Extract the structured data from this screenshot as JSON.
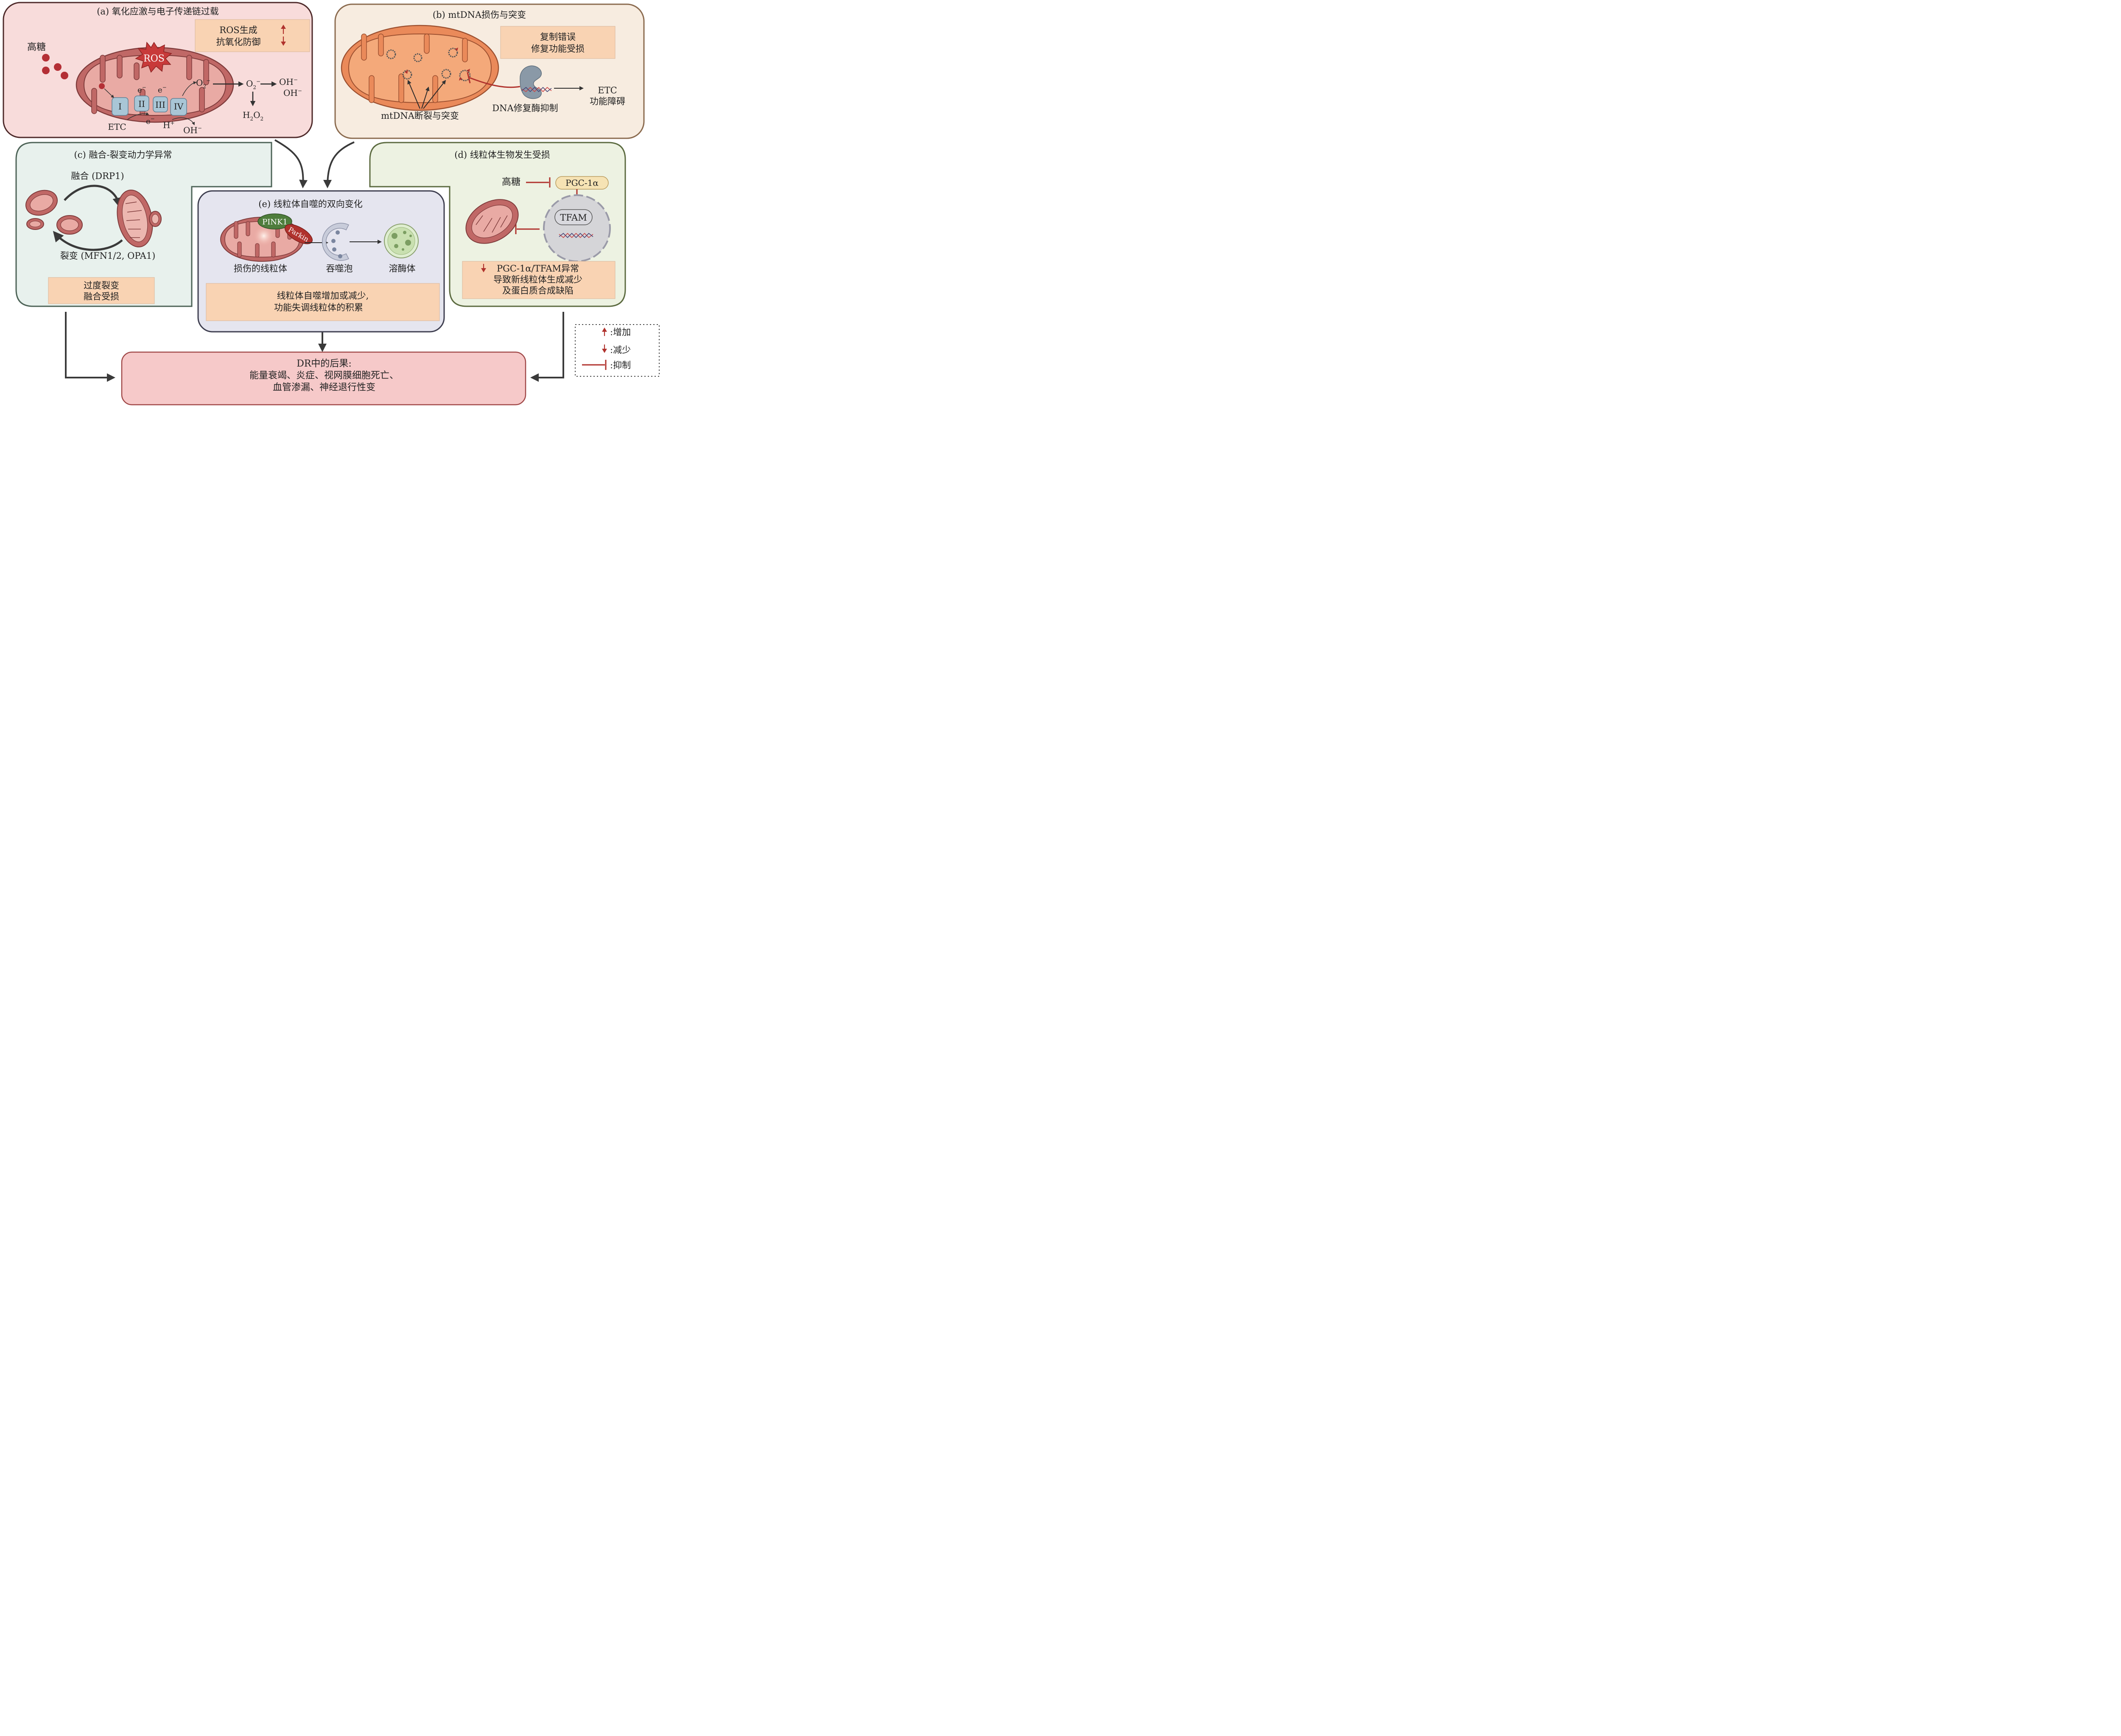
{
  "panel_a": {
    "title": "(a) 氧化应激与电子传递链过载",
    "box_line1": "ROS生成",
    "box_line2": "抗氧化防御",
    "high_glucose": "高糖",
    "ros": "ROS",
    "complex_1": "I",
    "complex_2": "II",
    "complex_3": "III",
    "complex_4": "IV",
    "electron": "e",
    "electron_sup": "−",
    "etc": "ETC",
    "h_plus": "H",
    "plus_sup": "+",
    "o2": "O",
    "sub_2": "2",
    "minus_sup": "−",
    "oh": "OH",
    "h": "H",
    "o": "O"
  },
  "panel_b": {
    "title": "(b) mtDNA损伤与突变",
    "box_line1": "复制错误",
    "box_line2": "修复功能受损",
    "mtdna_label": "mtDNA断裂与突变",
    "repair_label": "DNA修复酶抑制",
    "etc_line1": "ETC",
    "etc_line2": "功能障碍"
  },
  "panel_c": {
    "title": "(c) 融合-裂变动力学异常",
    "fusion": "融合 (DRP1)",
    "fission": "裂变 (MFN1/2, OPA1)",
    "box_line1": "过度裂变",
    "box_line2": "融合受损"
  },
  "panel_d": {
    "title": "(d) 线粒体生物发生受损",
    "high_glucose": "高糖",
    "pgc": "PGC-1α",
    "tfam": "TFAM",
    "box_line1": "PGC-1α/TFAM异常",
    "box_line2": "导致新线粒体生成减少",
    "box_line3": "及蛋白质合成缺陷"
  },
  "panel_e": {
    "title": "(e) 线粒体自噬的双向变化",
    "pink1": "PINK1",
    "parkin": "Parkin",
    "damaged": "损伤的线粒体",
    "phagophore": "吞噬泡",
    "lysosome": "溶酶体",
    "box_line1": "线粒体自噬增加或减少,",
    "box_line2": "功能失调线粒体的积累"
  },
  "outcome": {
    "line1": "DR中的后果:",
    "line2": "能量衰竭、炎症、视网膜细胞死亡、",
    "line3": "血管渗漏、神经退行性变"
  },
  "legend": {
    "increase": ":增加",
    "decrease": ":减少",
    "inhibit": ":抑制"
  },
  "colors": {
    "panel_a_fill": "#f8dcdb",
    "panel_b_fill": "#f7ece0",
    "panel_c_fill": "#e8f1ed",
    "panel_d_fill": "#edf2e2",
    "panel_e_fill": "#e5e5ef",
    "outcome_fill": "#f6c9c9",
    "note_box_fill": "#f9d3b3",
    "inhibit_red": "#b0322d",
    "mito_red": "#c06866"
  }
}
